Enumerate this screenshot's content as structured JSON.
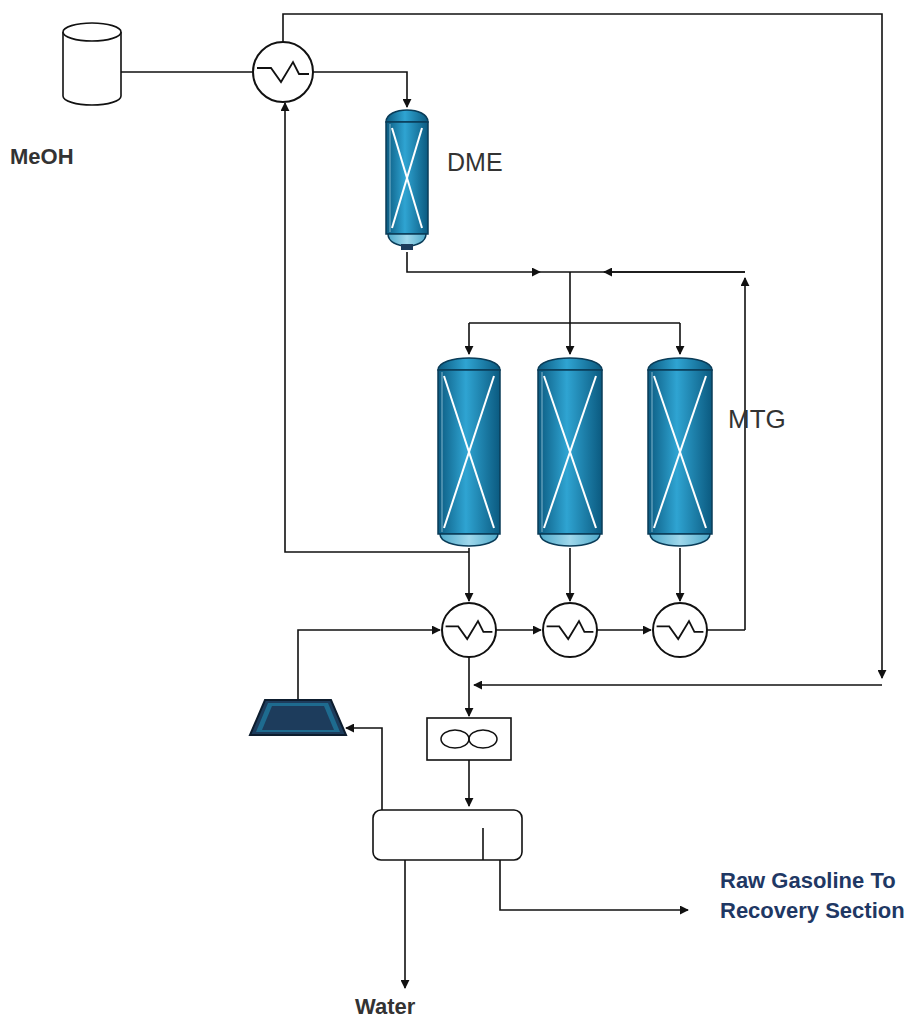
{
  "diagram": {
    "nodes": [
      {
        "text": [
          "MeOH"
        ]
      },
      {
        "text": [
          "DME"
        ]
      }
    ],
    "edges": [
      {
        "from": 0,
        "to": 1,
        "arrow": "to"
      }
    ],
    "labels": [
      "MTG",
      "Raw Gasoline To Recovery Section",
      "Water"
    ]
  }
}
